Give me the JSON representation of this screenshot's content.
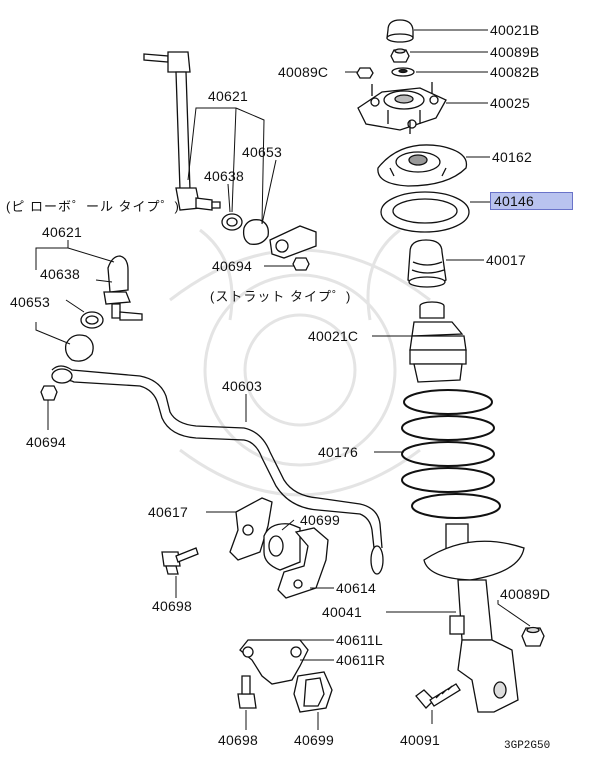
{
  "diagram": {
    "parts": {
      "p40021B": "40021B",
      "p40089B": "40089B",
      "p40089C": "40089C",
      "p40082B": "40082B",
      "p40025": "40025",
      "p40621_top": "40621",
      "p40653_top": "40653",
      "p40638_top": "40638",
      "p40162": "40162",
      "p40146": "40146",
      "p40621_left": "40621",
      "p40638_left": "40638",
      "p40653_left": "40653",
      "p40694_top": "40694",
      "p40017": "40017",
      "p40021C": "40021C",
      "p40603": "40603",
      "p40694_left": "40694",
      "p40176": "40176",
      "p40617": "40617",
      "p40699_mid": "40699",
      "p40698_left": "40698",
      "p40614": "40614",
      "p40089D": "40089D",
      "p40041": "40041",
      "p40611L": "40611L",
      "p40611R": "40611R",
      "p40698_bottom": "40698",
      "p40699_bottom": "40699",
      "p40091": "40091"
    },
    "notes": {
      "pillow_ball_type": "(ピ ローボ゜ール タイプ゜)",
      "strut_type": "(ストラット タイプ゜)"
    },
    "code": "3GP2G50",
    "highlighted_part": "40146",
    "colors": {
      "highlight_bg": "#b9c3ef",
      "highlight_border": "#6a73c9",
      "line": "#111111",
      "watermark": "#e6e6e6"
    }
  }
}
